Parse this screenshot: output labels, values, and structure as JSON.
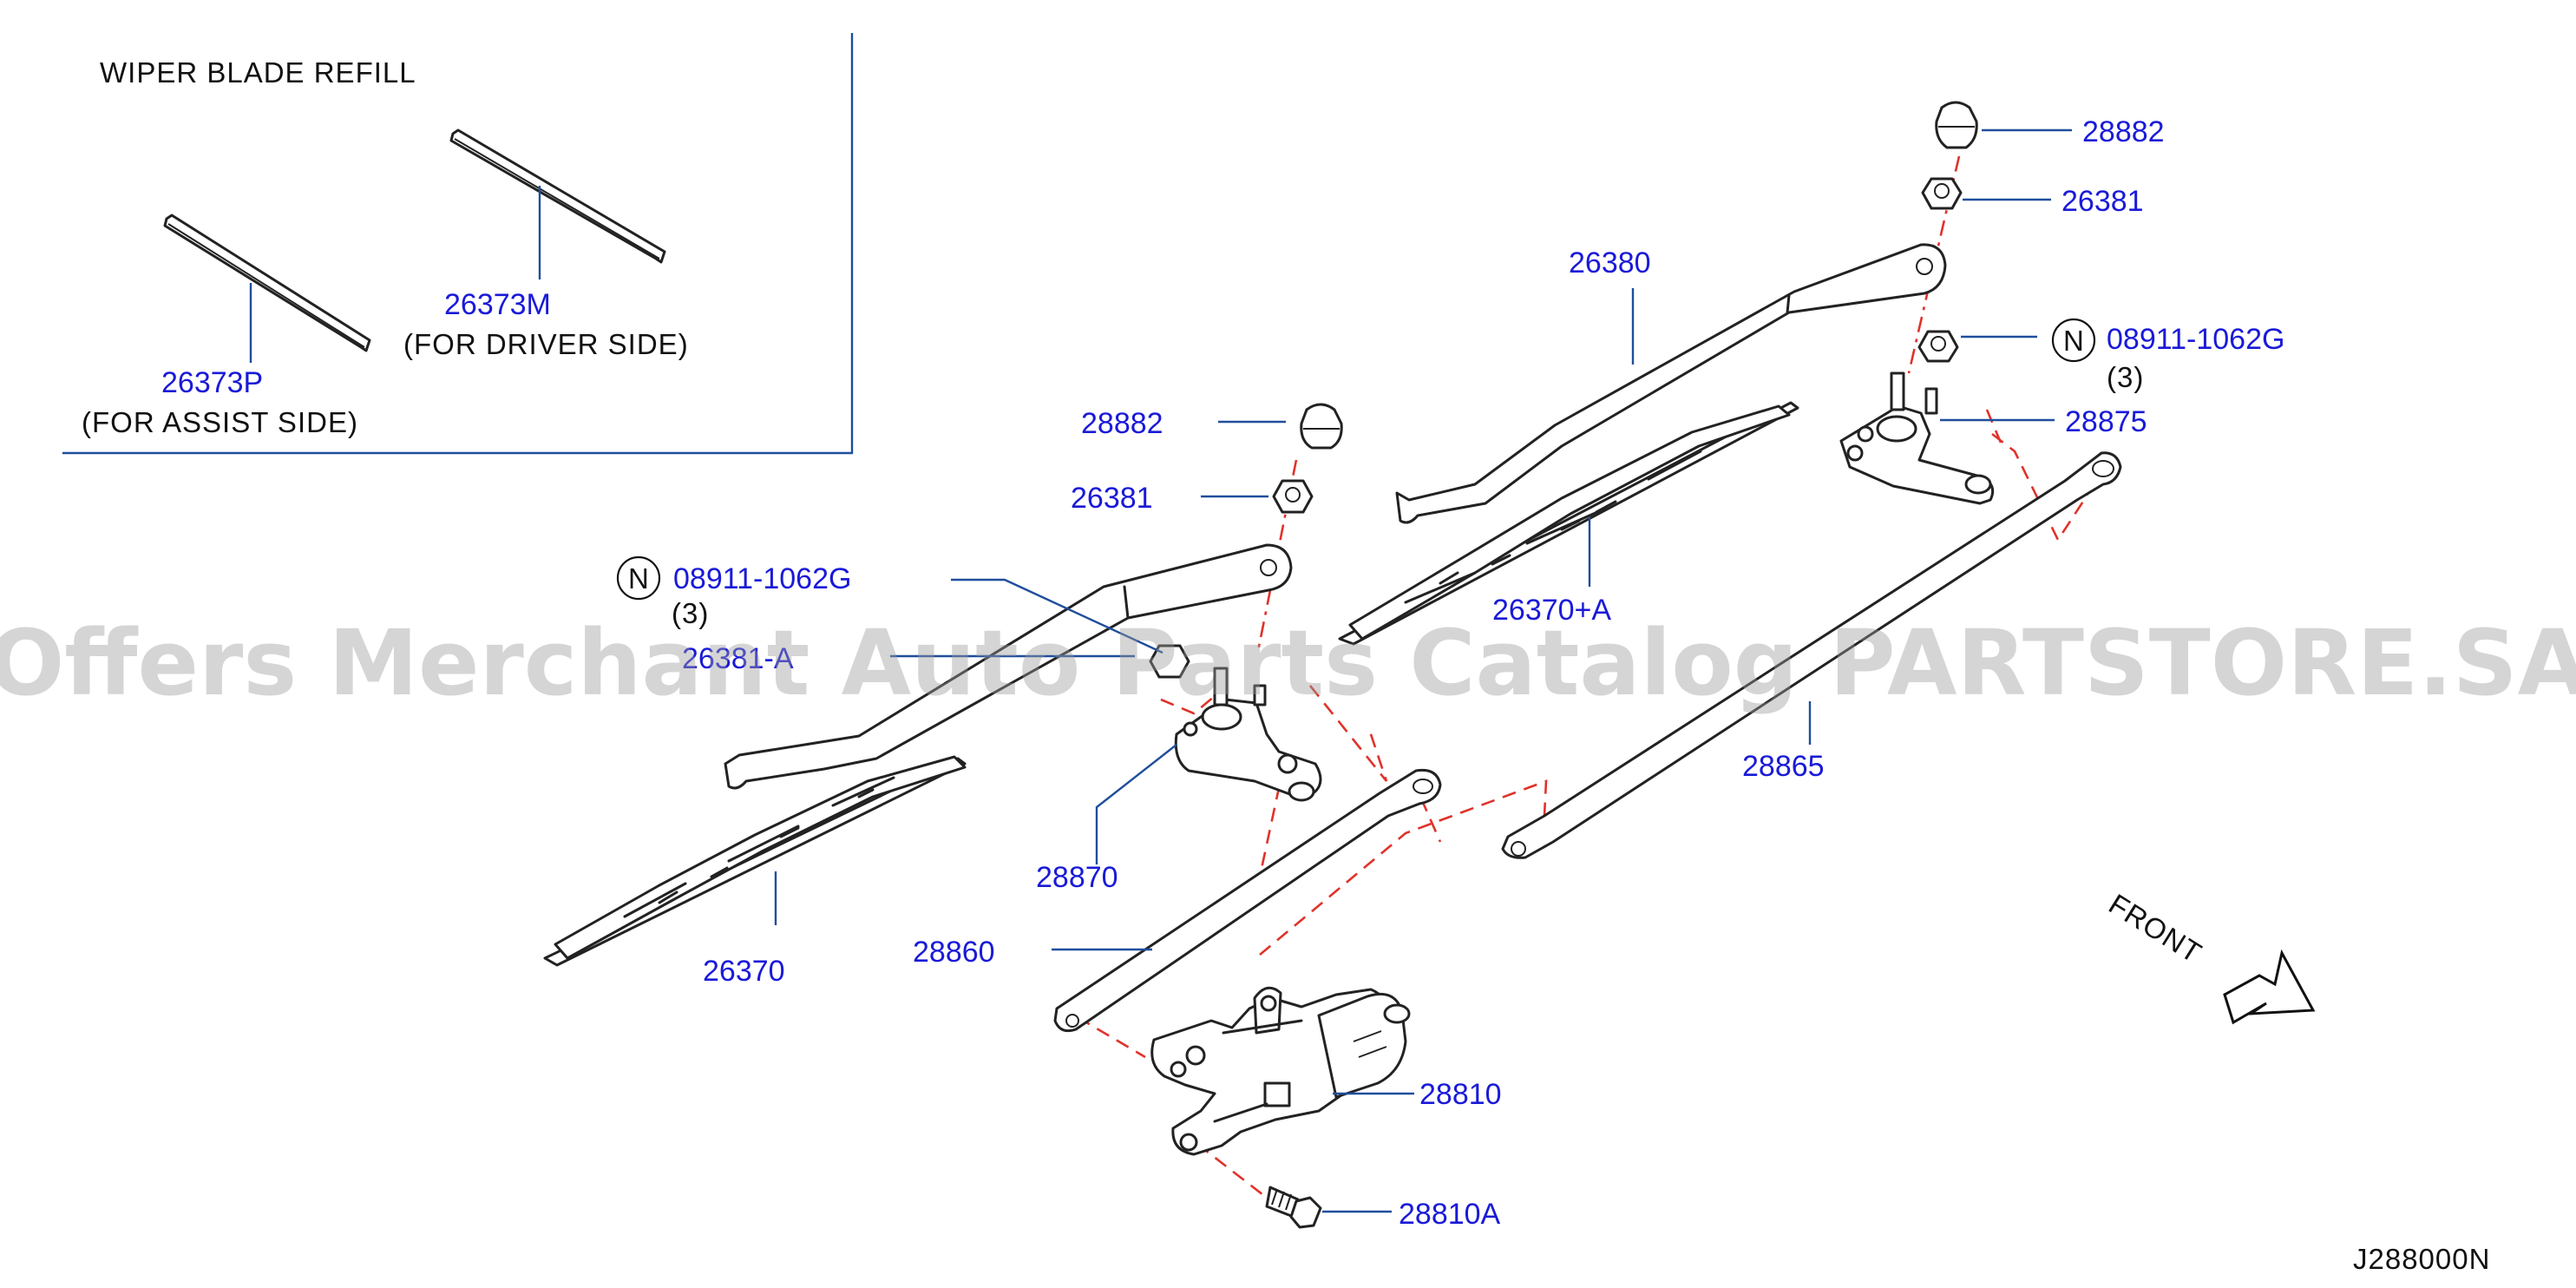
{
  "inset": {
    "title": "WIPER BLADE REFILL",
    "refill_driver": {
      "part_no": "26373M",
      "note": "(FOR DRIVER SIDE)"
    },
    "refill_assist": {
      "part_no": "26373P",
      "note": "(FOR ASSIST SIDE)"
    }
  },
  "callouts": {
    "cap_right": "28882",
    "nut_right": "26381",
    "arm_right": "26380",
    "nut_n_right": "08911-1062G",
    "nut_n_right_qty": "(3)",
    "pivot_right": "28875",
    "blade_right": "26370+A",
    "link_right": "28865",
    "cap_left": "28882",
    "nut_left": "26381",
    "nut_n_left": "08911-1062G",
    "nut_n_left_qty": "(3)",
    "arm_left": "26381-A",
    "pivot_left": "28870",
    "blade_left": "26370",
    "link_left": "28860",
    "motor": "28810",
    "bolt": "28810A"
  },
  "n_marker": "N",
  "front_label": "FRONT",
  "diagram_code": "J288000N",
  "watermark": "Offers Merchant Auto Parts Catalog PARTSTORE.SA",
  "colors": {
    "part_number": "#1a1ad8",
    "leader": "#1f4e9c",
    "assembly_line": "#e0322a"
  }
}
